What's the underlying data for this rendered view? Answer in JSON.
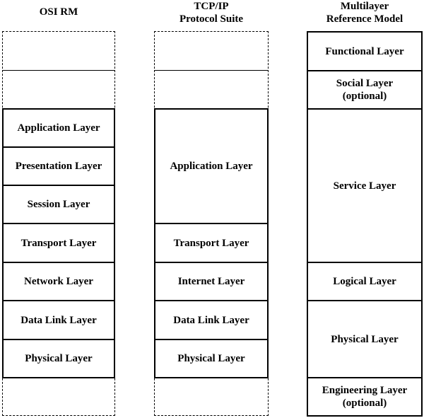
{
  "columns": {
    "osi": {
      "header": "OSI RM",
      "layers": [
        "Application Layer",
        "Presentation Layer",
        "Session Layer",
        "Transport Layer",
        "Network Layer",
        "Data Link Layer",
        "Physical Layer"
      ]
    },
    "tcpip": {
      "header_line1": "TCP/IP",
      "header_line2": "Protocol Suite",
      "layers": [
        "Application Layer",
        "Transport Layer",
        "Internet Layer",
        "Data Link Layer",
        "Physical Layer"
      ]
    },
    "multilayer": {
      "header_line1": "Multilayer",
      "header_line2": "Reference Model",
      "functional": "Functional Layer",
      "social_line1": "Social Layer",
      "social_line2": "(optional)",
      "service": "Service Layer",
      "logical": "Logical Layer",
      "physical": "Physical Layer",
      "engineering_line1": "Engineering Layer",
      "engineering_line2": "(optional)"
    }
  }
}
